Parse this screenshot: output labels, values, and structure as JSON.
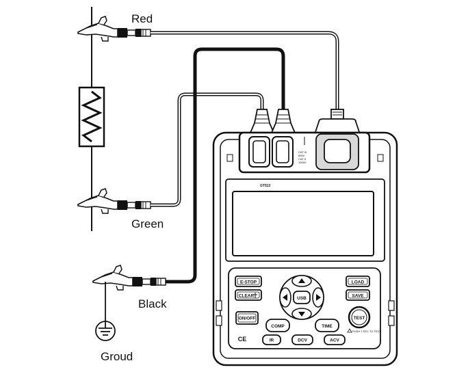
{
  "labels": {
    "red": "Red",
    "green": "Green",
    "black": "Black",
    "ground": "Groud"
  },
  "device": {
    "model": "GT513",
    "ports_note": [
      "CAT III",
      "600V",
      "CAT II",
      "1000V"
    ],
    "buttons": {
      "estop": "E-STOP",
      "clear": "CLEAR",
      "load": "LOAD",
      "save": "SAVE",
      "onoff": "ON/OFF",
      "comp": "COMP",
      "time": "TIME",
      "test": "TEST",
      "usb": "USB",
      "ir": "IR",
      "dcv": "DCV",
      "acv": "ACV"
    },
    "warning": "PUSH 1 SEC TO TEST",
    "ce_mark": "CE"
  },
  "icons": [
    "alligator-clip-icon",
    "resistor-icon",
    "ground-symbol-icon",
    "arrow-up-icon",
    "arrow-down-icon",
    "arrow-left-icon",
    "arrow-right-icon",
    "warning-triangle-icon"
  ]
}
